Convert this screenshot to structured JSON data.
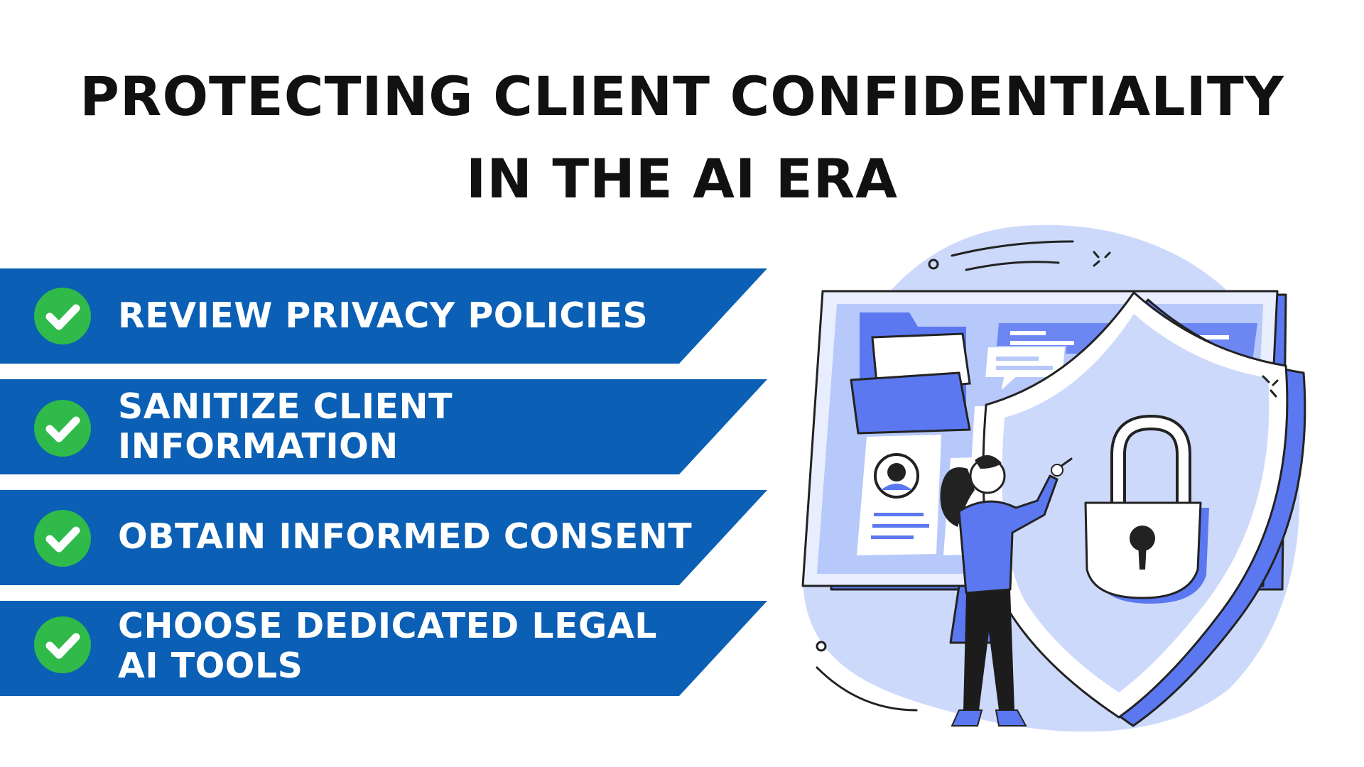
{
  "title": {
    "line1": "PROTECTING CLIENT CONFIDENTIALITY",
    "line2": "IN THE AI ERA"
  },
  "items": [
    {
      "lines": [
        "REVIEW PRIVACY POLICIES"
      ]
    },
    {
      "lines": [
        "SANITIZE CLIENT",
        "INFORMATION"
      ]
    },
    {
      "lines": [
        "OBTAIN INFORMED CONSENT"
      ]
    },
    {
      "lines": [
        "CHOOSE DEDICATED LEGAL",
        "AI TOOLS"
      ]
    }
  ],
  "colors": {
    "banner": "#0b5fb4",
    "check": "#2fba4a",
    "accent": "#5b78f0",
    "light_blue": "#cdd9fb"
  },
  "icons": [
    "check-icon",
    "shield-icon",
    "padlock-icon",
    "folder-icon",
    "chat-bubble-icon",
    "profile-card-icon"
  ]
}
